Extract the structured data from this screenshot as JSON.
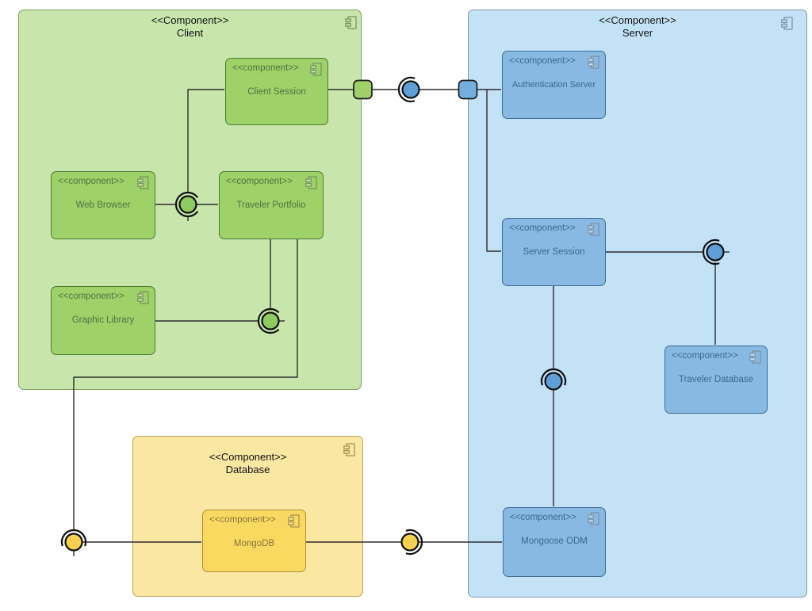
{
  "diagram_type": "uml-component-diagram",
  "containers": {
    "client": {
      "stereotype": "<<Component>>",
      "name": "Client"
    },
    "server": {
      "stereotype": "<<Component>>",
      "name": "Server"
    },
    "database": {
      "stereotype": "<<Component>>",
      "name": "Database"
    }
  },
  "components": {
    "client_session": {
      "stereotype": "<<component>>",
      "name": "Client Session"
    },
    "web_browser": {
      "stereotype": "<<component>>",
      "name": "Web Browser"
    },
    "traveler_portfolio": {
      "stereotype": "<<component>>",
      "name": "Traveler Portfolio"
    },
    "graphic_library": {
      "stereotype": "<<component>>",
      "name": "Graphic Library"
    },
    "authentication_server": {
      "stereotype": "<<component>>",
      "name": "Authentication Server"
    },
    "server_session": {
      "stereotype": "<<component>>",
      "name": "Server Session"
    },
    "traveler_database": {
      "stereotype": "<<component>>",
      "name": "Traveler Database"
    },
    "mongoose_odm": {
      "stereotype": "<<component>>",
      "name": "Mongoose ODM"
    },
    "mongodb": {
      "stereotype": "<<component>>",
      "name": "MongoDB"
    }
  },
  "colors": {
    "client_container_fill": "#c8e6ab",
    "client_component_fill": "#9ed168",
    "server_container_fill": "#c4e2f6",
    "server_component_fill": "#87b9e2",
    "database_container_fill": "#fae7a2",
    "database_component_fill": "#fad960",
    "green_ball": "#8fcb5e",
    "blue_ball": "#5e9fd8",
    "yellow_ball": "#f7d04e",
    "connector_line": "#2b2b2b",
    "header_text": "#111111"
  }
}
